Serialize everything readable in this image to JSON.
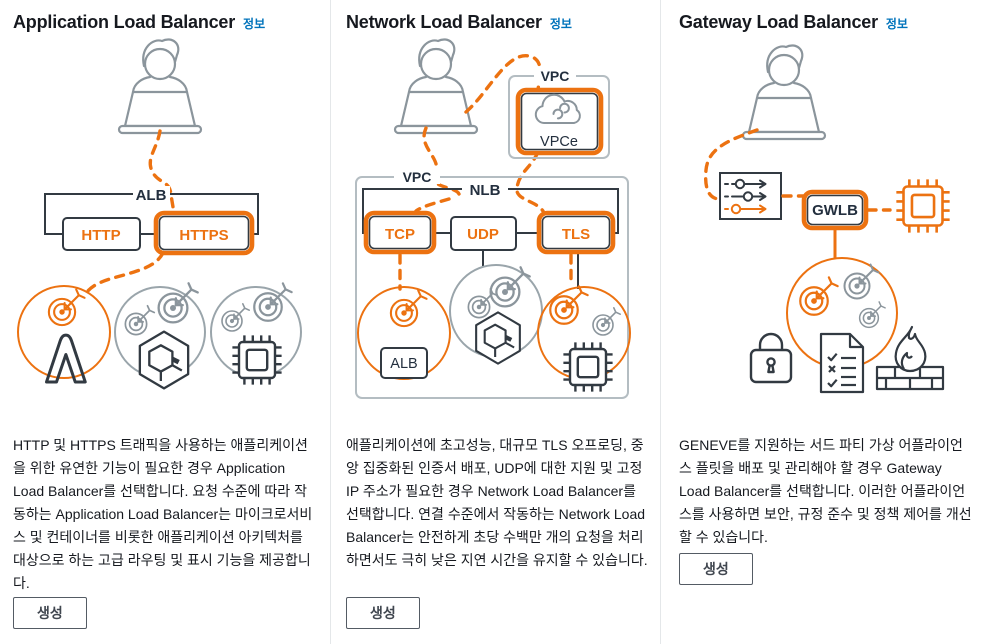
{
  "colors": {
    "accent_orange": "#ec7211",
    "link_blue": "#0073bb",
    "dark": "#232f3e",
    "icon_gray": "#8b959c"
  },
  "panels": [
    {
      "title": "Application Load Balancer",
      "info": "정보",
      "diagram": {
        "group": "ALB",
        "http": "HTTP",
        "https": "HTTPS"
      },
      "description": "HTTP 및 HTTPS 트래픽을 사용하는 애플리케이션을 위한 유연한 기능이 필요한 경우 Application Load Balancer를 선택합니다. 요청 수준에 따라 작동하는 Application Load Balancer는 마이크로서비스 및 컨테이너를 비롯한 애플리케이션 아키텍처를 대상으로 하는 고급 라우팅 및 표시 기능을 제공합니다.",
      "create": "생성"
    },
    {
      "title": "Network Load Balancer",
      "info": "정보",
      "diagram": {
        "vpc_top": "VPC",
        "vpce": "VPCe",
        "vpc": "VPC",
        "group": "NLB",
        "tcp": "TCP",
        "udp": "UDP",
        "tls": "TLS",
        "alb": "ALB"
      },
      "description": "애플리케이션에 초고성능, 대규모 TLS 오프로딩, 중앙 집중화된 인증서 배포, UDP에 대한 지원 및 고정 IP 주소가 필요한 경우 Network Load Balancer를 선택합니다. 연결 수준에서 작동하는 Network Load Balancer는 안전하게 초당 수백만 개의 요청을 처리하면서도 극히 낮은 지연 시간을 유지할 수 있습니다.",
      "create": "생성"
    },
    {
      "title": "Gateway Load Balancer",
      "info": "정보",
      "diagram": {
        "gwlb": "GWLB"
      },
      "description": "GENEVE를 지원하는 서드 파티 가상 어플라이언스 플릿을 배포 및 관리해야 할 경우 Gateway Load Balancer를 선택합니다. 이러한 어플라이언스를 사용하면 보안, 규정 준수 및 정책 제어를 개선할 수 있습니다.",
      "create": "생성"
    }
  ]
}
